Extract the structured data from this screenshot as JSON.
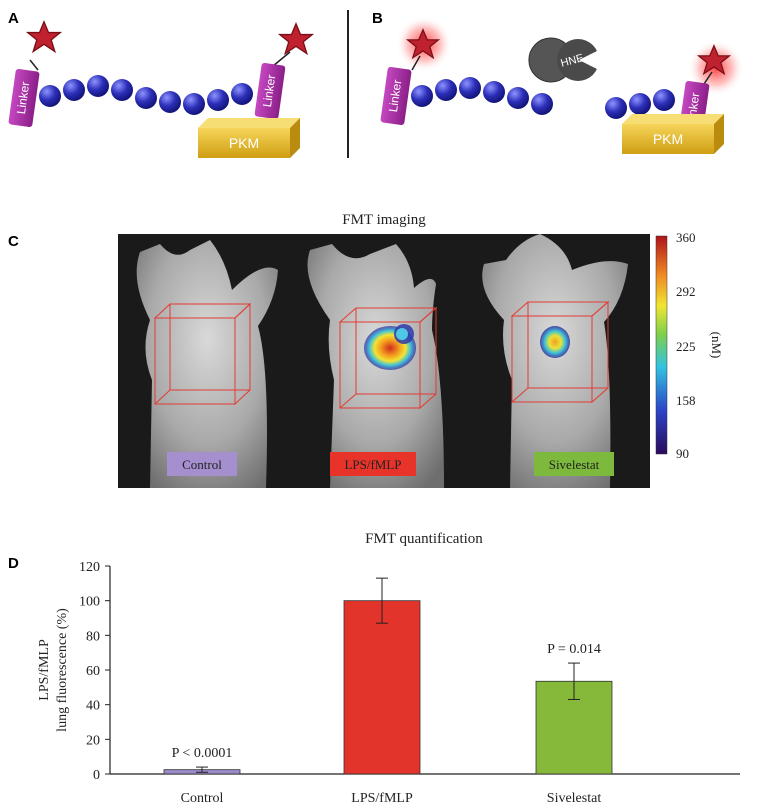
{
  "panels": {
    "a": {
      "letter": "A",
      "linker_left": "Linker",
      "linker_right": "Linker",
      "pkm": "PKM"
    },
    "b": {
      "letter": "B",
      "linker_left": "Linker",
      "linker_right": "Linker",
      "enzyme": "HNE",
      "pkm": "PKM"
    },
    "c": {
      "letter": "C",
      "title": "FMT imaging",
      "labels": [
        {
          "text": "Control",
          "color": "#a58fcf"
        },
        {
          "text": "LPS/fMLP",
          "color": "#e8332a"
        },
        {
          "text": "Sivelestat",
          "color": "#7cb93c"
        }
      ],
      "colorbar": {
        "ticks": [
          "360",
          "292",
          "225",
          "158",
          "90"
        ],
        "unit": "(nM)"
      }
    },
    "d": {
      "letter": "D",
      "title": "FMT quantification"
    }
  },
  "colors": {
    "star": "#c0212e",
    "bead": "#2c2fb8",
    "linker": "#a42aa0",
    "pkm": "#e3b82a",
    "control_bar": "#9a8ac8",
    "lps_bar": "#e2342a",
    "sivelestat_bar": "#86b93a"
  },
  "chart_data": {
    "type": "bar",
    "title": "FMT quantification",
    "categories": [
      "Control",
      "LPS/fMLP",
      "Sivelestat"
    ],
    "values": [
      2.5,
      100,
      53.5
    ],
    "errors": [
      1.5,
      13,
      10.5
    ],
    "annotations": [
      "P < 0.0001",
      "",
      "P = 0.014"
    ],
    "ylabel_line1": "LPS/fMLP",
    "ylabel_line2": "lung fluorescence (%)",
    "xlabel": "",
    "ylim": [
      0,
      120
    ],
    "yticks": [
      0,
      20,
      40,
      60,
      80,
      100,
      120
    ],
    "grid": false
  }
}
